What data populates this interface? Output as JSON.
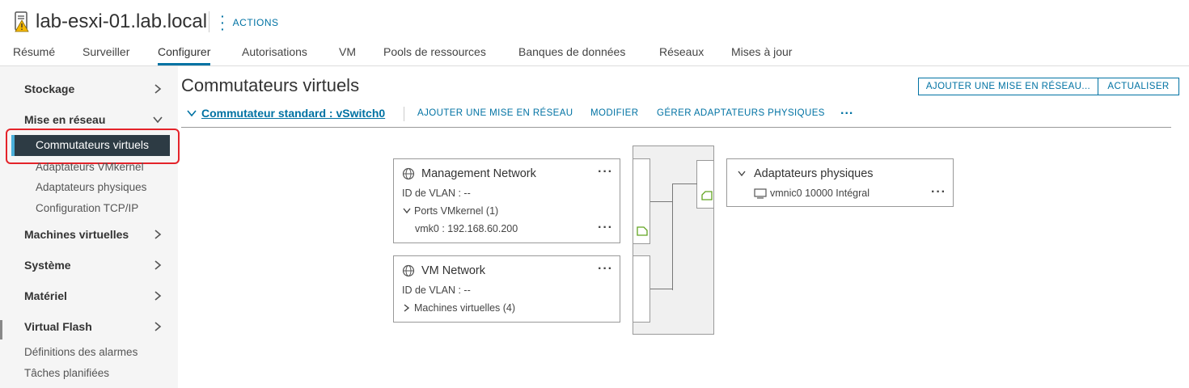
{
  "header": {
    "host_name": "lab-esxi-01.lab.local",
    "actions_label": "ACTIONS",
    "host_icon": "host-warning-icon"
  },
  "tabs": [
    {
      "label": "Résumé"
    },
    {
      "label": "Surveiller"
    },
    {
      "label": "Configurer",
      "active": true
    },
    {
      "label": "Autorisations"
    },
    {
      "label": "VM"
    },
    {
      "label": "Pools de ressources"
    },
    {
      "label": "Banques de données"
    },
    {
      "label": "Réseaux"
    },
    {
      "label": "Mises à jour"
    }
  ],
  "sidebar": {
    "stockage": "Stockage",
    "mise_en_reseau": "Mise en réseau",
    "commutateurs_virtuels": "Commutateurs virtuels",
    "adaptateurs_vmkernel": "Adaptateurs VMkernel",
    "adaptateurs_physiques": "Adaptateurs physiques",
    "configuration_tcpip": "Configuration TCP/IP",
    "machines_virtuelles": "Machines virtuelles",
    "systeme": "Système",
    "materiel": "Matériel",
    "virtual_flash": "Virtual Flash",
    "definitions_alarmes": "Définitions des alarmes",
    "taches_planifiees": "Tâches planifiées"
  },
  "main": {
    "title": "Commutateurs virtuels",
    "add_network_button": "AJOUTER UNE MISE EN RÉSEAU...",
    "refresh_button": "ACTUALISER",
    "switch": {
      "name": "Commutateur standard : vSwitch0",
      "actions": {
        "add_network": "AJOUTER UNE MISE EN RÉSEAU",
        "modify": "MODIFIER",
        "manage_physical": "GÉRER ADAPTATEURS PHYSIQUES",
        "more": "..."
      }
    },
    "port_groups": [
      {
        "name": "Management Network",
        "vlan": "ID de VLAN : --",
        "ports_label": "Ports VMkernel (1)",
        "vmk": "vmk0 : 192.168.60.200"
      },
      {
        "name": "VM Network",
        "vlan": "ID de VLAN : --",
        "vms_label": "Machines virtuelles (4)"
      }
    ],
    "physical_adapters": {
      "title": "Adaptateurs physiques",
      "nic": "vmnic0 10000 Intégral"
    }
  },
  "colors": {
    "accent": "#0072a3",
    "sidebar_active_bg": "#2d3b44",
    "highlight_border": "#e4232a",
    "port_green": "#62a420"
  }
}
